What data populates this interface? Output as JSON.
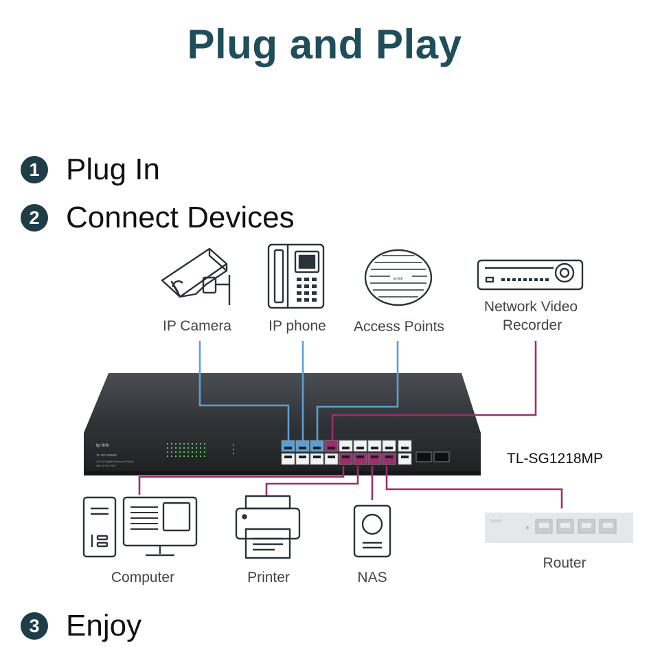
{
  "title": "Plug and Play",
  "steps": [
    {
      "num": "1",
      "label": "Plug In"
    },
    {
      "num": "2",
      "label": "Connect Devices"
    },
    {
      "num": "3",
      "label": "Enjoy"
    }
  ],
  "devices": {
    "ip_camera": "IP Camera",
    "ip_phone": "IP phone",
    "access_points": "Access Points",
    "nvr_line1": "Network Video",
    "nvr_line2": "Recorder",
    "computer": "Computer",
    "printer": "Printer",
    "nas": "NAS",
    "router": "Router"
  },
  "switch": {
    "model": "TL-SG1218MP",
    "brand": "tp-link",
    "description_line1": "18-Port Gigabit Rackmount Switch",
    "description_line2": "with 16-Port PoE+"
  },
  "router_brand": "tp-link",
  "colors": {
    "title": "#1f4d5a",
    "badge": "#1f3d48",
    "poe_line": "#5aa0d6",
    "data_line": "#9b2f6a",
    "icon_stroke": "#2a3338",
    "label": "#444444"
  }
}
